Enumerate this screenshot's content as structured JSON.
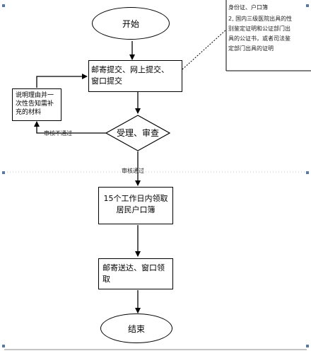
{
  "nodes": {
    "start": "开始",
    "submit_line1": "邮寄提交、网上提交、",
    "submit_line2": "窗口提交",
    "review": "受理、审查",
    "supplement": "说明理由并一次性告知需补充的材料",
    "issue": "15个工作日内领取居民户口簿",
    "deliver": "邮寄送达、窗口领取",
    "end": "结束"
  },
  "edges": {
    "rejected": "审核不通过",
    "approved": "审核通过"
  },
  "note": {
    "lines": [
      "身份证、户口簿",
      "2, 国内三级医院出具的性",
      "别鉴定证明和公证部门出",
      "具的公证书，或者司法鉴",
      "定部门出具的证明"
    ]
  }
}
